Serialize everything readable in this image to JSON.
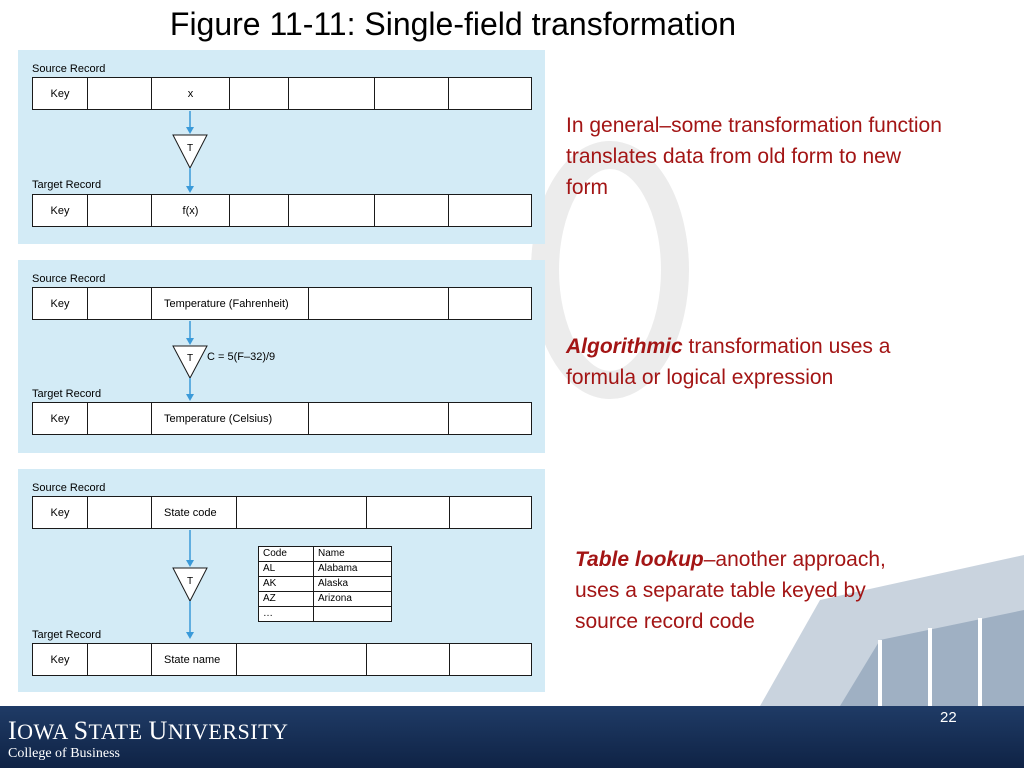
{
  "title": "Figure 11-11: Single-field transformation",
  "labels": {
    "source": "Source Record",
    "target": "Target Record",
    "key": "Key",
    "transform": "T"
  },
  "panel1": {
    "source_field": "x",
    "target_field": "f(x)"
  },
  "panel2": {
    "source_field": "Temperature (Fahrenheit)",
    "target_field": "Temperature (Celsius)",
    "formula": "C = 5(F–32)/9"
  },
  "panel3": {
    "source_field": "State code",
    "target_field": "State name",
    "lookup_table": {
      "headers": [
        "Code",
        "Name"
      ],
      "rows": [
        [
          "AL",
          "Alabama"
        ],
        [
          "AK",
          "Alaska"
        ],
        [
          "AZ",
          "Arizona"
        ],
        [
          "…",
          ""
        ]
      ]
    }
  },
  "notes": {
    "general": "In general–some transformation function translates data from old form to new form",
    "algorithmic_bold": "Algorithmic",
    "algorithmic_rest": " transformation uses a formula or logical expression",
    "table_bold": "Table lookup",
    "table_rest": "–another approach, uses a separate table keyed by source record code"
  },
  "footer": {
    "university_parts": [
      "I",
      "OWA ",
      "S",
      "TATE ",
      "U",
      "NIVERSITY"
    ],
    "college": "College of Business",
    "page_number": "22"
  },
  "colors": {
    "panel_bg": "#d3ebf6",
    "arrow": "#3a9ad9",
    "note_text": "#a31515",
    "footer_bg": "#1f3b66"
  }
}
